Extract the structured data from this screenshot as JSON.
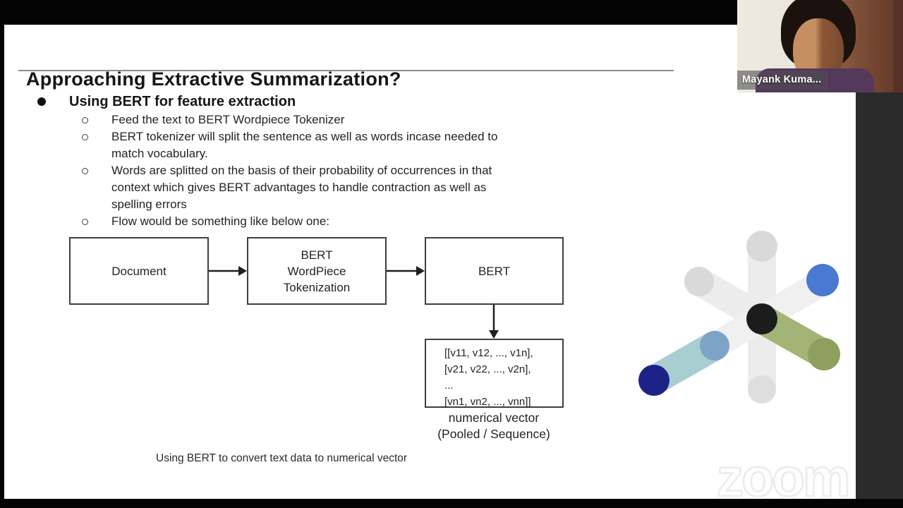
{
  "slide": {
    "title": "Approaching Extractive Summarization?",
    "bullet_heading": "Using BERT for feature extraction",
    "sub_bullets": [
      "Feed the text to BERT Wordpiece Tokenizer",
      "BERT tokenizer will split the sentence as well as words incase needed to\nmatch vocabulary.",
      "Words are splitted on the basis of their probability of occurrences in that\ncontext which gives BERT advantages to handle contraction as well as\nspelling errors",
      "Flow would be something like below one:"
    ],
    "flow": {
      "box_document": "Document",
      "box_tokenizer": "BERT\nWordPiece\nTokenization",
      "box_bert": "BERT",
      "matrix_lines": [
        "[[v11, v12, ..., v1n],",
        "[v21, v22, ..., v2n],",
        "...",
        "[vn1, vn2, ..., vnn]]"
      ],
      "vector_label_line1": "numerical vector",
      "vector_label_line2": "(Pooled / Sequence)"
    },
    "caption": "Using BERT to convert text data to numerical vector"
  },
  "webcam": {
    "participant_name": "Mayank Kuma..."
  },
  "watermark": {
    "text": "zoom",
    "outline_color": "#ececec"
  },
  "logo": {
    "colors": {
      "bar_gray": "#ececec",
      "bar_gray_faint": "#f0f0f0",
      "circle_gray": "#d9d9d9",
      "circle_gray_bottom": "#dedede",
      "blue": "#4a79d2",
      "light_blue": "#7da3c8",
      "teal": "#a8ced2",
      "navy": "#1e2288",
      "olive": "#8da05e",
      "green_bar": "#9cb06d",
      "black": "#1c1c1c"
    }
  }
}
